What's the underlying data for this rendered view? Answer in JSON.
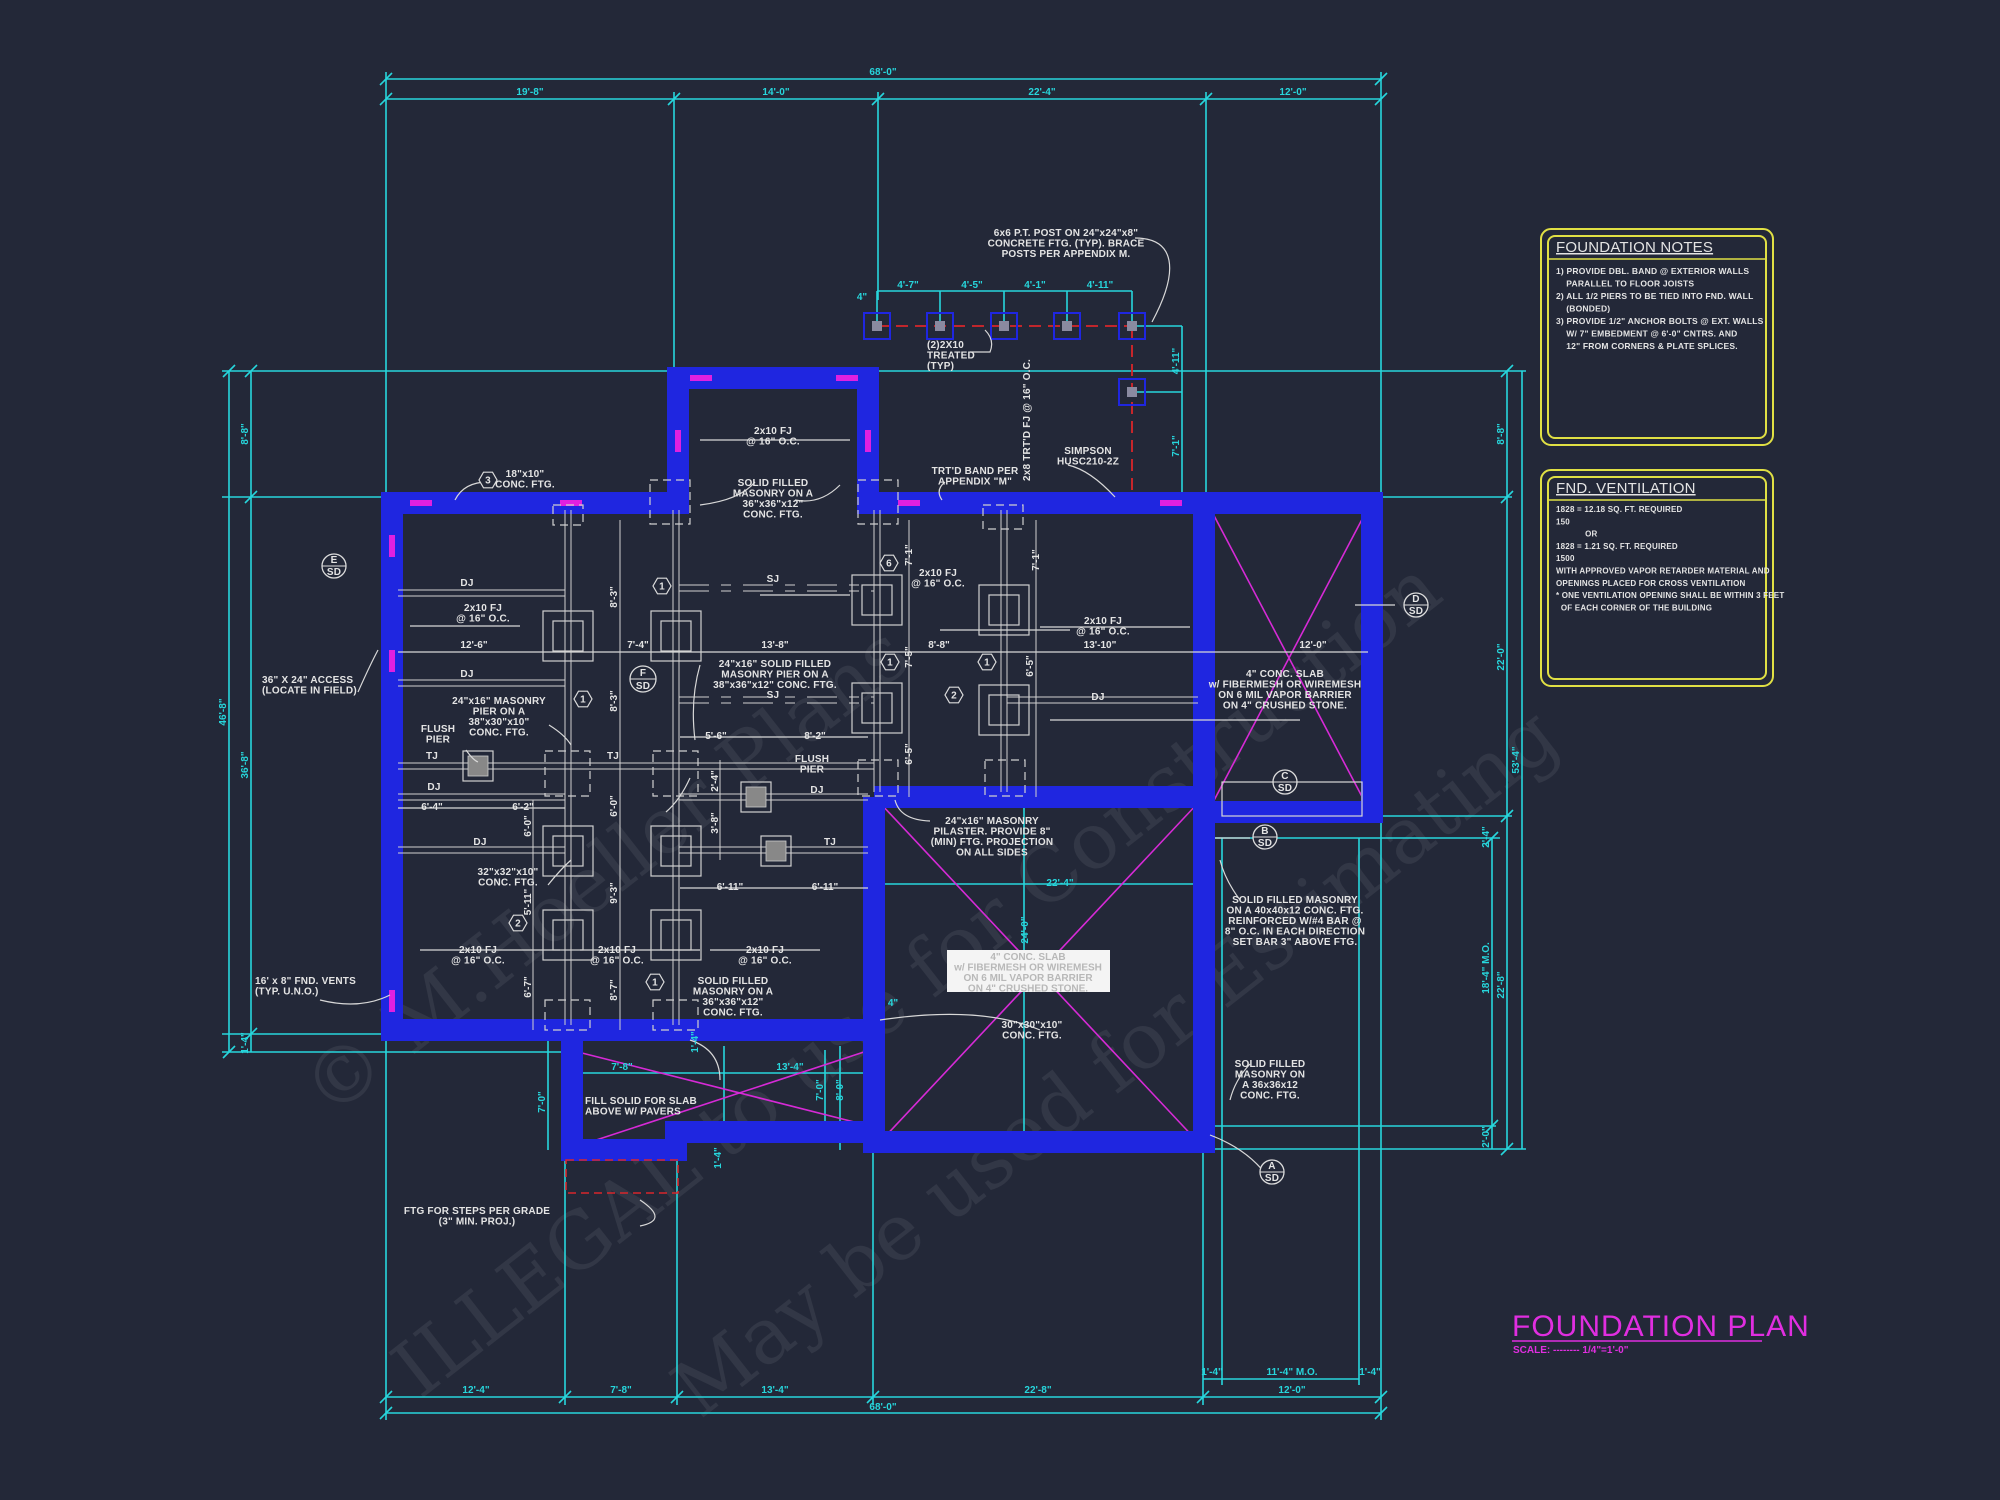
{
  "title": {
    "main": "FOUNDATION PLAN",
    "scale": "SCALE: -------- 1/4\"=1'-0\""
  },
  "foundation_notes": {
    "heading": "FOUNDATION NOTES",
    "lines": [
      "1) PROVIDE DBL. BAND @ EXTERIOR WALLS",
      "    PARALLEL TO FLOOR JOISTS",
      "2) ALL 1/2 PIERS TO BE TIED INTO FND. WALL",
      "    (BONDED)",
      "3) PROVIDE 1/2\" ANCHOR BOLTS @ EXT. WALLS",
      "    W/ 7\" EMBEDMENT @ 6'-0\" CNTRS. AND",
      "    12\" FROM CORNERS & PLATE SPLICES."
    ]
  },
  "ventilation": {
    "heading": "FND. VENTILATION",
    "lines": [
      "1828 = 12.18 SQ. FT. REQUIRED",
      "150",
      "            OR",
      "1828 = 1.21 SQ. FT. REQUIRED",
      "1500",
      "WITH APPROVED VAPOR RETARDER MATERIAL AND",
      "OPENINGS PLACED FOR CROSS VENTILATION",
      "",
      "* ONE VENTILATION OPENING SHALL BE WITHIN 3 FEET",
      "  OF EACH CORNER OF THE BUILDING"
    ]
  },
  "dims": {
    "top": {
      "overall": "68'-0\"",
      "segments": [
        "19'-8\"",
        "14'-0\"",
        "22'-4\"",
        "12'-0\""
      ]
    },
    "bottom": {
      "overall": "68'-0\"",
      "segments": [
        "12'-4\"",
        "7'-8\"",
        "13'-4\"",
        "22'-8\"",
        "12'-0\""
      ],
      "mo": [
        "1'-4\"",
        "11'-4\" M.O.",
        "1'-4\""
      ]
    },
    "left": {
      "overall": "46'-8\"",
      "upper": "8'-8\"",
      "main": "36'-8\"",
      "lower": "1'-4\""
    },
    "right": {
      "upper": "8'-8\"",
      "garage": "22'-0\"",
      "overall": "53'-4\"",
      "small": "2'-4\"",
      "mo": "18'-4\" M.O.",
      "lower": "22'-8\"",
      "bottom": "2'-0\""
    },
    "posts": {
      "offset": "4\"",
      "spacing": [
        "4'-7\"",
        "4'-5\"",
        "4'-1\"",
        "4'-11\""
      ],
      "vertical": [
        "4'-11\"",
        "7'-1\""
      ]
    },
    "interior_white": [
      "12'-6\"",
      "7'-4\"",
      "13'-8\"",
      "8'-8\"",
      "13'-10\"",
      "12'-0\"",
      "5'-6\"",
      "8'-2\"",
      "6'-4\"",
      "6'-2\"",
      "6'-11\"",
      "6'-11\""
    ],
    "interior_vertical": [
      "8'-3\"",
      "8'-3\"",
      "6'-0\"",
      "6'-0\"",
      "9'-3\"",
      "5'-11\"",
      "6'-7\"",
      "8'-7\"",
      "2'-4\"",
      "3'-8\"",
      "7'-1\"",
      "7'-5\"",
      "7'-1\"",
      "6'-5\"",
      "6'-5\""
    ],
    "interior_cyan": [
      "22'-4\"",
      "24'-0\"",
      "7'-8\"",
      "13'-4\"",
      "7'-0\"",
      "7'-0\"",
      "8'-0\"",
      "1'-4\"",
      "1'-4\"",
      "4\""
    ]
  },
  "annotations": {
    "posts": [
      "6x6 P.T. POST ON 24\"x24\"x8\"",
      "CONCRETE FTG. (TYP). BRACE",
      "POSTS PER APPENDIX M."
    ],
    "treated": [
      "(2)2X10",
      "TREATED",
      "(TYP)"
    ],
    "trtd_fj": "2x8 TRT'D FJ @ 16\" O.C.",
    "simpson": [
      "SIMPSON",
      "HUSC210-2Z"
    ],
    "trtd_band": [
      "TRT'D BAND PER",
      "APPENDIX \"M\""
    ],
    "solid_top": [
      "SOLID FILLED",
      "MASONRY ON A",
      "36\"x36\"x12\"",
      "CONC. FTG."
    ],
    "fj_bump": [
      "2x10 FJ",
      "@ 16\" O.C."
    ],
    "ftg_18": [
      "18\"x10\"",
      "CONC. FTG."
    ],
    "access": [
      "36\" X 24\" ACCESS",
      "(LOCATE IN FIELD)"
    ],
    "masonry_pier": [
      "24\"x16\" MASONRY",
      "PIER ON A",
      "38\"x30\"x10\"",
      "CONC. FTG."
    ],
    "flush_left": [
      "FLUSH",
      "PIER"
    ],
    "flush_right": [
      "FLUSH",
      "PIER"
    ],
    "fj_left": [
      "2x10 FJ",
      "@ 16\" O.C."
    ],
    "fj_mid": [
      "2x10 FJ",
      "@ 16\" O.C."
    ],
    "fj_right": [
      "2x10 FJ",
      "@ 16\" O.C."
    ],
    "fj_b1": [
      "2x10 FJ",
      "@ 16\" O.C."
    ],
    "fj_b2": [
      "2x10 FJ",
      "@ 16\" O.C."
    ],
    "fj_b3": [
      "2x10 FJ",
      "@ 16\" O.C."
    ],
    "solid_pier": [
      "24\"x16\" SOLID FILLED",
      "MASONRY PIER ON A",
      "38\"x36\"x12\" CONC. FTG."
    ],
    "ftg_32": [
      "32\"x32\"x10\"",
      "CONC. FTG."
    ],
    "solid_bottom": [
      "SOLID FILLED",
      "MASONRY ON A",
      "36\"x36\"x12\"",
      "CONC. FTG."
    ],
    "vents": [
      "16' x 8\" FND. VENTS",
      "(TYP. U.N.O.)"
    ],
    "pilaster": [
      "24\"x16\" MASONRY",
      "PILASTER. PROVIDE 8\"",
      "(MIN) FTG. PROJECTION",
      "ON ALL SIDES"
    ],
    "slab_garage": [
      "4\" CONC. SLAB",
      "w/ FIBERMESH OR WIREMESH",
      "ON 6 MIL VAPOR BARRIER",
      "ON 4\" CRUSHED STONE."
    ],
    "slab_center": [
      "4\" CONC. SLAB",
      "w/ FIBERMESH OR WIREMESH",
      "ON 6 MIL VAPOR BARRIER",
      "ON 4\" CRUSHED STONE."
    ],
    "ftg_30": [
      "30\"x30\"x10\"",
      "CONC. FTG."
    ],
    "solid_40": [
      "SOLID FILLED MASONRY",
      "ON A 40x40x12 CONC. FTG.",
      "REINFORCED W/#4 BAR @",
      "8\" O.C. IN EACH DIRECTION",
      "SET BAR 3\" ABOVE FTG."
    ],
    "solid_36": [
      "SOLID FILLED",
      "MASONRY ON",
      "A 36x36x12",
      "CONC. FTG."
    ],
    "fill_solid": [
      "FILL SOLID FOR SLAB",
      "ABOVE W/ PAVERS"
    ],
    "steps": [
      "FTG FOR STEPS PER GRADE",
      "(3\" MIN. PROJ.)"
    ]
  },
  "joist_labels": {
    "dj": "DJ",
    "sj": "SJ",
    "tj": "TJ"
  },
  "section_markers": [
    {
      "letter": "E",
      "sheet": "SD"
    },
    {
      "letter": "D",
      "sheet": "SD"
    },
    {
      "letter": "C",
      "sheet": "SD"
    },
    {
      "letter": "B",
      "sheet": "SD"
    },
    {
      "letter": "A",
      "sheet": "SD"
    },
    {
      "letter": "F",
      "sheet": "SD"
    }
  ],
  "hex_tags": [
    "3",
    "1",
    "1",
    "6",
    "1",
    "1",
    "2",
    "2",
    "1"
  ],
  "watermark": [
    "© M.Hoeller Plans",
    "ILLEGAL to use for Construction",
    "May be used for Estimating"
  ],
  "colors": {
    "background": "#232838",
    "dimension": "#27d6dc",
    "wall": "#d8262a",
    "wall_edge": "#1f26e0",
    "slab_x": "#d62ad6",
    "notes_border": "#e0e044",
    "title": "#e02ee0",
    "text": "#e4e4e4"
  }
}
